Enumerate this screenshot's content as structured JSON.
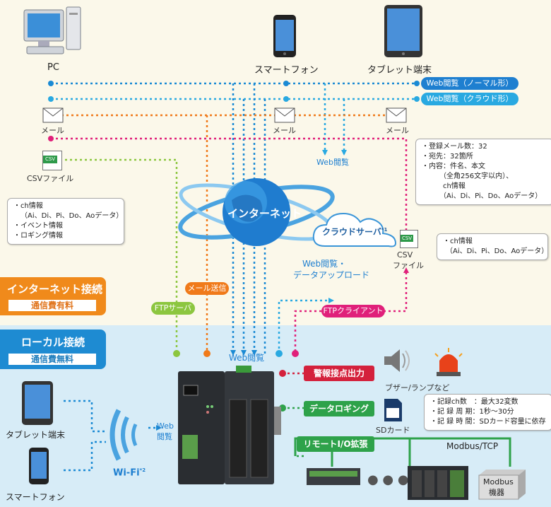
{
  "devices": {
    "pc": "PC",
    "smartphone": "スマートフォン",
    "tablet": "タブレット端末"
  },
  "pills": {
    "web_normal": "Web閲覧（ノーマル形）",
    "web_cloud": "Web閲覧（クラウド形）",
    "mail_send": "メール送信",
    "ftp_server": "FTPサーバ",
    "ftp_client": "FTPクライアント"
  },
  "mail_labels": [
    "メール",
    "メール",
    "メール"
  ],
  "csv_file": "CSVファイル",
  "csv_icon": "CSV",
  "web_view": "Web閲覧",
  "internet": "インターネット",
  "cloud_server": "クラウドサーバ",
  "cloud_sup": "*1",
  "cloud_csv_line1": "CSV",
  "cloud_csv_line2": "ファイル",
  "upload_line1": "Web閲覧・",
  "upload_line2": "データアップロード",
  "web_view_bottom": "Web閲覧",
  "callout_left": [
    "・ch情報",
    "（Ai、Di、Pi、Do、Aoデータ）",
    "・イベント情報",
    "・ロギング情報"
  ],
  "callout_right_top": [
    "・登録メール数：32",
    "・宛先：32箇所",
    "・内容：件名、本文",
    "　　　（全角256文字以内）、",
    "　　　ch情報",
    "　　　（Ai、Di、Pi、Do、Aoデータ）"
  ],
  "callout_right_mid": [
    "・ch情報",
    "（Ai、Di、Pi、Do、Aoデータ）"
  ],
  "internet_tab": {
    "main": "インターネット接続",
    "sub": "通信費有料"
  },
  "local_tab": {
    "main": "ローカル接続",
    "sub": "通信費無料"
  },
  "alarm": "警報接点出力",
  "buzzer": "ブザー/ランプなど",
  "logging": "データロギング",
  "sd_card": "SDカード",
  "callout_logging": [
    "・記録ch数　：最大32変数",
    "・記 録 周 期：1秒〜30分",
    "・記 録 時 間：SDカード容量に依存"
  ],
  "remote_io": "リモートI/O拡張",
  "modbus_tcp": "Modbus/TCP",
  "modbus_device_line1": "Modbus",
  "modbus_device_line2": "機器",
  "local_tablet": "タブレット端末",
  "local_smartphone": "スマートフォン",
  "wifi": "Wi-Fi",
  "wifi_sup": "*2",
  "wifi_web_line1": "Web",
  "wifi_web_line2": "閲覧",
  "colors": {
    "blue_line": "#1a8ad4",
    "orange_line": "#f07a1a",
    "pink_line": "#e0207a",
    "green_line": "#8cc63f",
    "pill_blue": "#1e7fd0",
    "pill_cyan": "#29a9e1"
  }
}
